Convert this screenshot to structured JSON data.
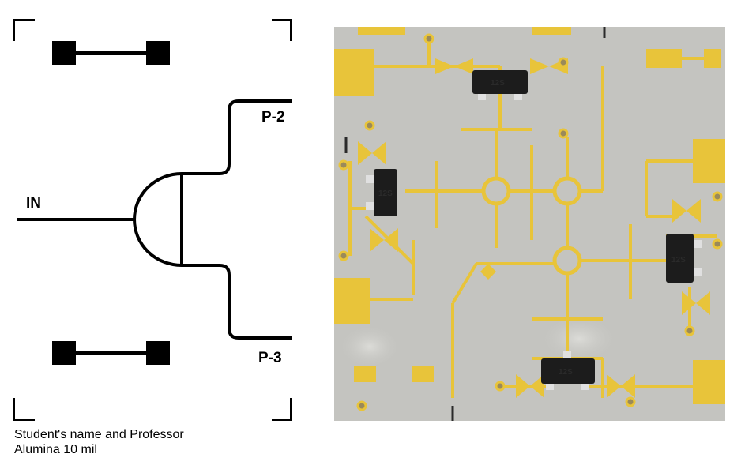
{
  "schematic": {
    "label_in": "IN",
    "label_p2": "P-2",
    "label_p3": "P-3"
  },
  "caption": {
    "line1": "Student's name and Professor",
    "line2": "Alumina 10 mil"
  },
  "photo": {
    "chip_marking": "12S",
    "colors": {
      "substrate": "#c4c4c0",
      "gold": "#e8c43a",
      "chip": "#1c1c1c"
    }
  }
}
